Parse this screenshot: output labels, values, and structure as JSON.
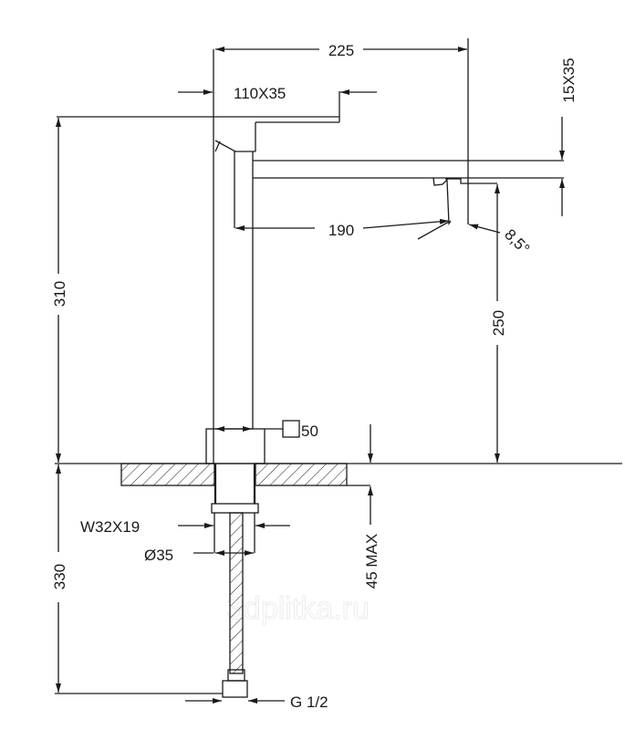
{
  "dimensions": {
    "total_reach": "225",
    "handle_size": "110X35",
    "spout_section": "15X35",
    "spout_reach": "190",
    "spout_angle": "8,5°",
    "total_height": "310",
    "spout_height": "250",
    "base_size": "50",
    "thread": "W32X19",
    "shank_diameter": "Ø35",
    "max_counter_thickness": "45 MAX",
    "hose_length": "330",
    "connection": "G 1/2"
  },
  "watermark": "3dplitka.ru",
  "colors": {
    "line": "#1a1a1a",
    "background": "#ffffff"
  }
}
